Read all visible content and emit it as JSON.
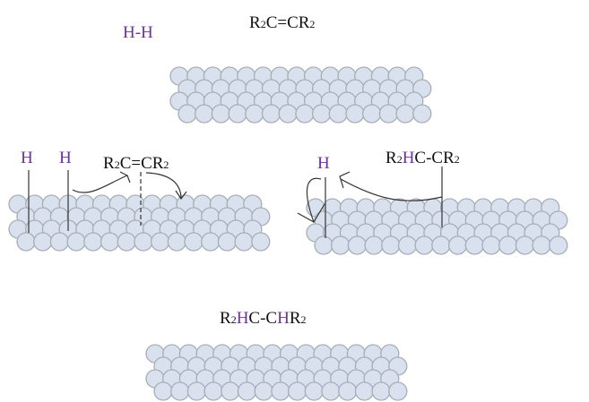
{
  "colors": {
    "hydrogen": "#7030a0",
    "text": "#111111",
    "atom_fill": "#d9e1ee",
    "atom_stroke": "#a7adb6"
  },
  "step1": {
    "h2": "H-H",
    "alkene": {
      "r": "R",
      "sub1": "2",
      "mid": "C=CR",
      "sub2": "2"
    }
  },
  "step2": {
    "h_left": "H",
    "h_right": "H",
    "alkene": {
      "r": "R",
      "sub1": "2",
      "mid": "C=CR",
      "sub2": "2"
    }
  },
  "step3": {
    "h": "H",
    "intermediate": {
      "r": "R",
      "sub1": "2",
      "h": "H",
      "mid": "C-CR",
      "sub2": "2"
    }
  },
  "step4": {
    "alkane": {
      "r": "R",
      "sub1": "2",
      "h1": "H",
      "c1": "C-C",
      "h2": "H",
      "r2": "R",
      "sub2": "2"
    }
  }
}
